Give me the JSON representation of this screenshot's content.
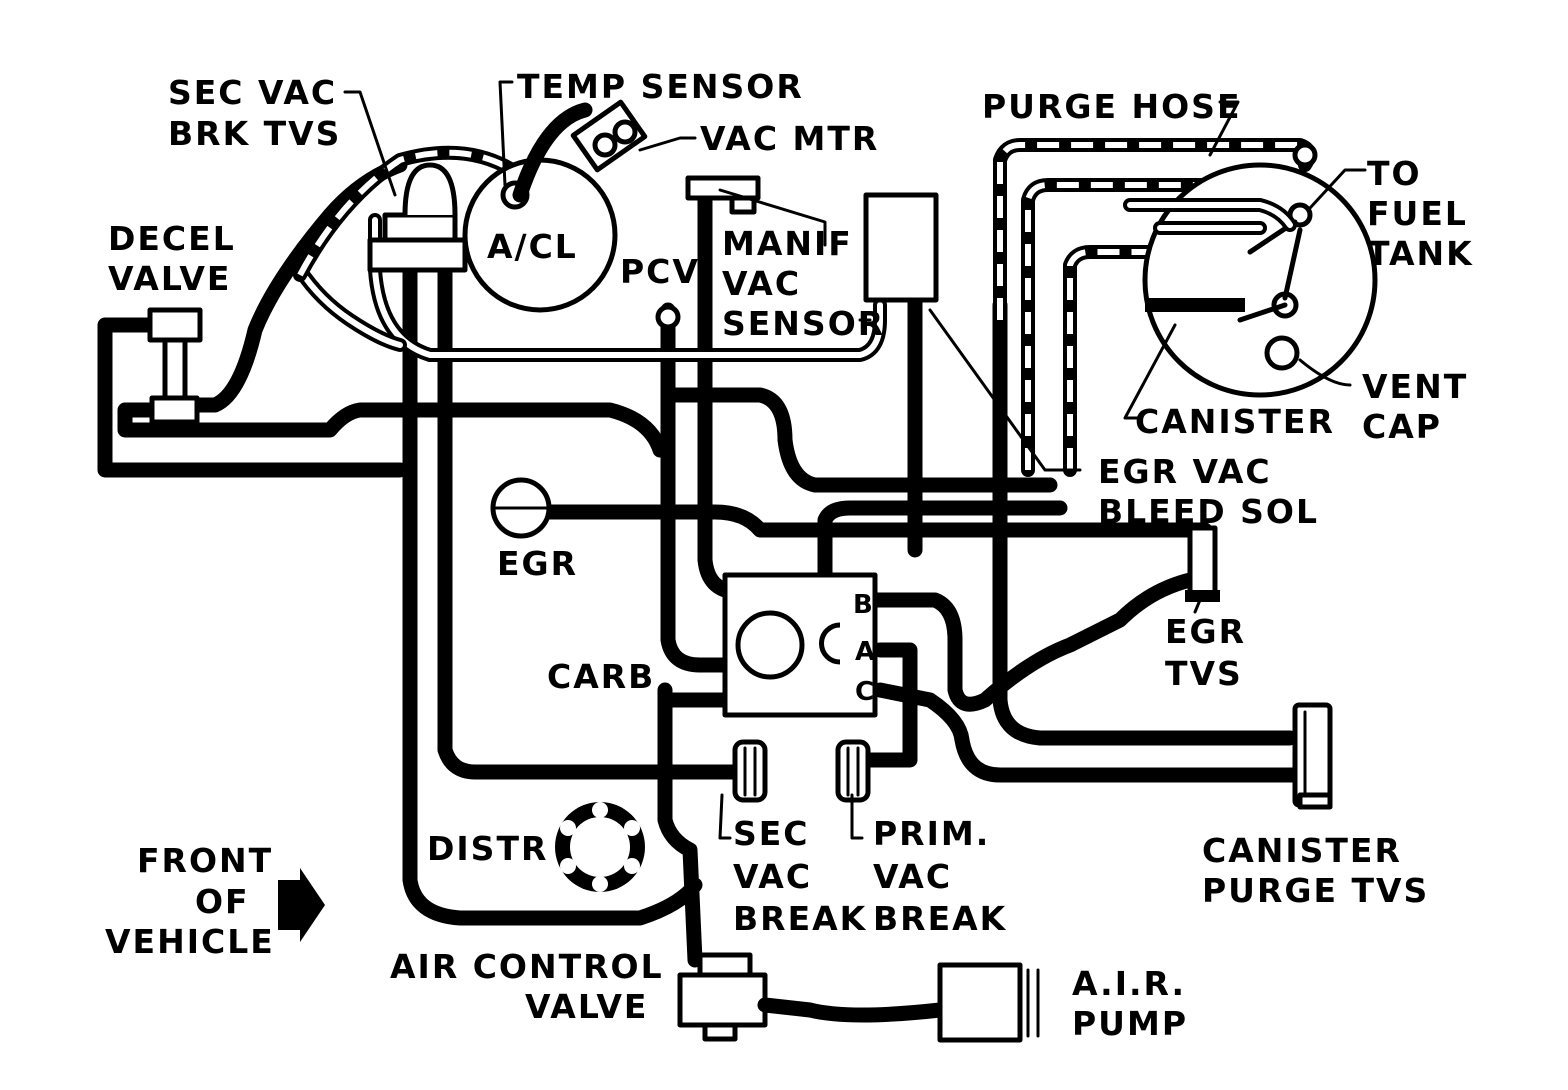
{
  "labels": {
    "sec_vac_brk_tvs": [
      "SEC VAC",
      "BRK TVS"
    ],
    "temp_sensor": "TEMP SENSOR",
    "vac_mtr": "VAC MTR",
    "purge_hose": "PURGE HOSE",
    "to_fuel_tank": [
      "TO",
      "FUEL",
      "TANK"
    ],
    "decel_valve": [
      "DECEL",
      "VALVE"
    ],
    "acl": "A/CL",
    "pcv": "PCV",
    "manif_vac_sensor": [
      "MANIF",
      "VAC",
      "SENSOR"
    ],
    "canister": "CANISTER",
    "vent_cap": [
      "VENT",
      "CAP"
    ],
    "egr_vac_bleed_sol": [
      "EGR VAC",
      "BLEED SOL"
    ],
    "egr": "EGR",
    "carb": "CARB",
    "carb_ports": [
      "B",
      "A",
      "C"
    ],
    "egr_tvs": [
      "EGR",
      "TVS"
    ],
    "canister_purge_tvs": [
      "CANISTER",
      "PURGE TVS"
    ],
    "distr": "DISTR",
    "sec_vac_break": [
      "SEC",
      "VAC",
      "BREAK"
    ],
    "prim_vac_break": [
      "PRIM.",
      "VAC",
      "BREAK"
    ],
    "front_of_vehicle": [
      "FRONT",
      "OF",
      "VEHICLE"
    ],
    "air_control_valve": [
      "AIR CONTROL",
      "VALVE"
    ],
    "air_pump": [
      "A.I.R.",
      "PUMP"
    ]
  }
}
